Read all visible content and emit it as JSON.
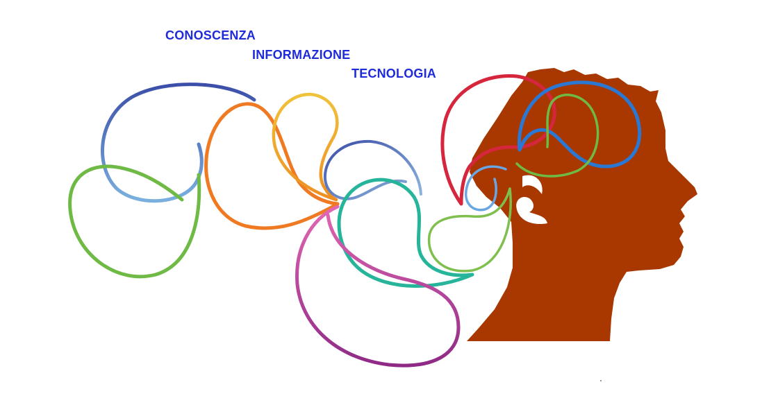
{
  "words": [
    "CONOSCENZA",
    "INFORMAZIONE",
    "TECNOLOGIA"
  ],
  "colors": {
    "text": "#1f2bd8",
    "head": "#a83800",
    "navy": "#3b4ea8",
    "sky": "#6a9ed4",
    "green": "#6fba45",
    "orange": "#ef7a22",
    "yellow": "#edb82e",
    "teal": "#26b59a",
    "pink": "#d95aa8",
    "purple": "#9d2f8a",
    "red": "#d6263d",
    "blue": "#2a78d4"
  },
  "icons": [
    "head-silhouette-icon"
  ]
}
